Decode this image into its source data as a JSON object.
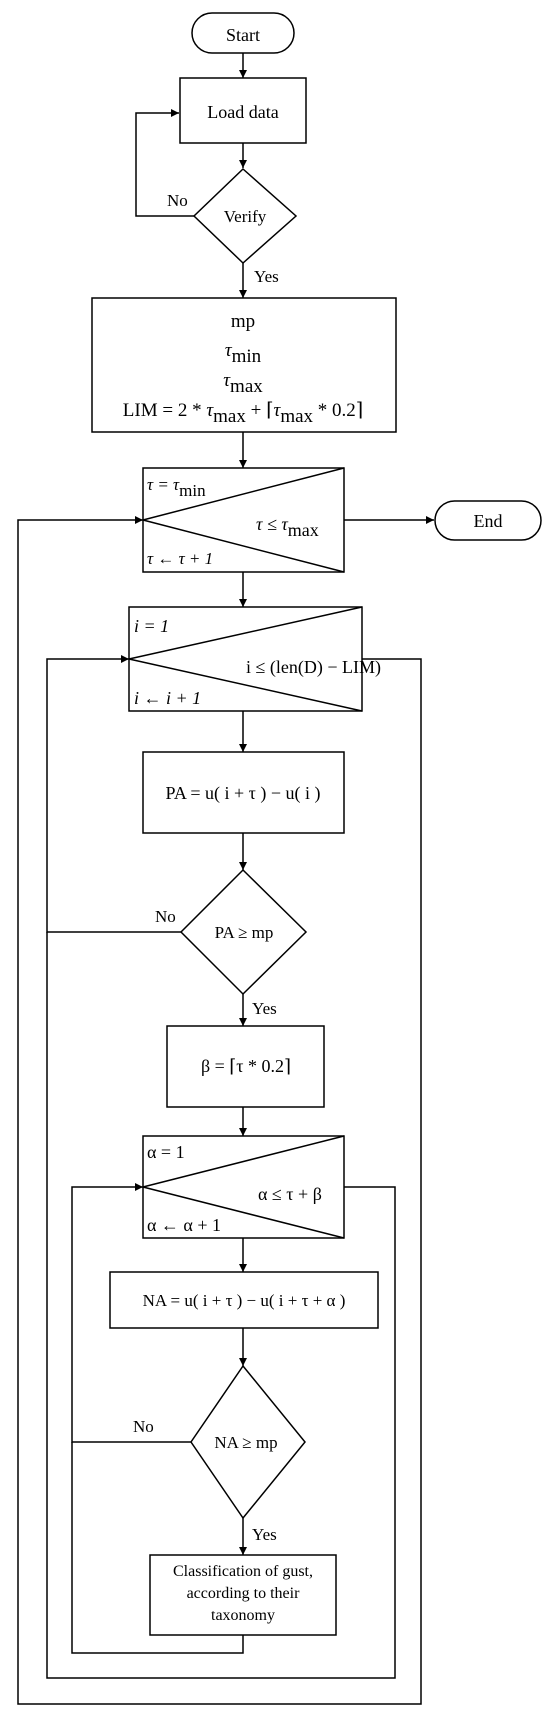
{
  "nodes": {
    "start": "Start",
    "load": "Load data",
    "verify": "Verify",
    "params": {
      "mp": "mp",
      "tau_min": "τ",
      "tau_min_sub": "min",
      "tau_max": "τ",
      "tau_max_sub": "max",
      "lim_prefix": "LIM = 2 * ",
      "lim_tau1": "τ",
      "lim_sub1": "max",
      "lim_mid": " + ⌈",
      "lim_tau2": "τ",
      "lim_sub2": "max",
      "lim_suffix": " * 0.2⌉"
    },
    "loop_tau": {
      "init_prefix": "τ = τ",
      "init_sub": "min",
      "cond_prefix": "τ ≤ τ",
      "cond_sub": "max",
      "step": "τ ← τ + 1"
    },
    "end": "End",
    "loop_i": {
      "init": "i = 1",
      "cond": "i ≤ (len(D) − LIM)",
      "step": "i ← i + 1"
    },
    "pa_calc": "PA = u( i + τ ) − u( i )",
    "pa_decision": "PA ≥ mp",
    "beta_calc": "β = ⌈τ * 0.2⌉",
    "loop_alpha": {
      "init": "α  = 1",
      "cond": "α ≤ τ + β",
      "step": "α ← α + 1"
    },
    "na_calc": "NA = u( i + τ ) − u( i +  τ + α )",
    "na_decision": "NA ≥ mp",
    "classify": [
      "Classification of gust,",
      "according to their",
      "taxonomy"
    ]
  },
  "edge_labels": {
    "verify_no": "No",
    "verify_yes": "Yes",
    "pa_no": "No",
    "pa_yes": "Yes",
    "na_no": "No",
    "na_yes": "Yes"
  }
}
